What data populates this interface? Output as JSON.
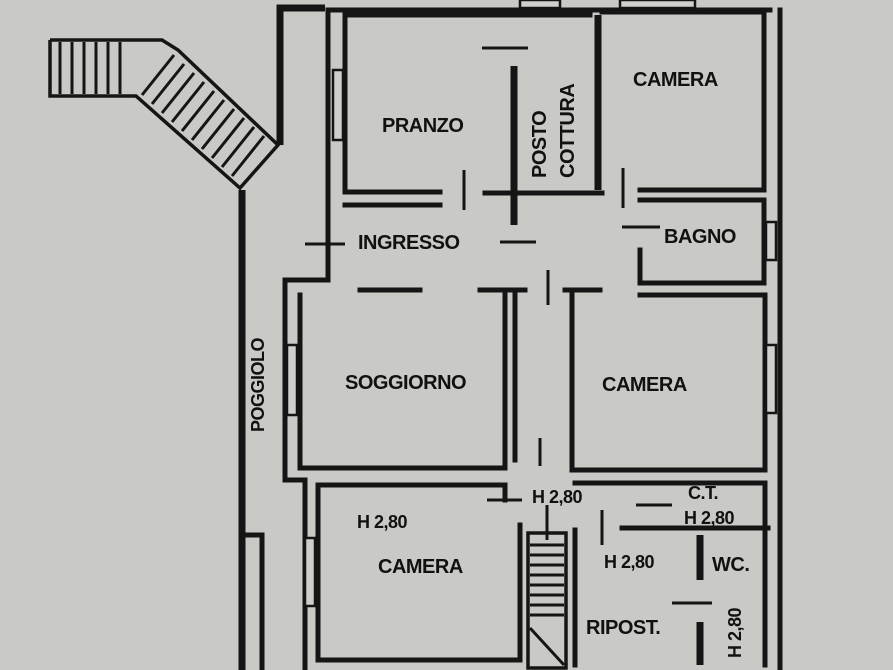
{
  "plan": {
    "background_color": "#c9c9c5",
    "line_color": "#151515",
    "rooms": [
      {
        "id": "pranzo",
        "label": "PRANZO"
      },
      {
        "id": "posto-cottura",
        "label": "POSTO",
        "label2": "COTTURA"
      },
      {
        "id": "camera-1",
        "label": "CAMERA"
      },
      {
        "id": "bagno",
        "label": "BAGNO"
      },
      {
        "id": "ingresso",
        "label": "INGRESSO"
      },
      {
        "id": "soggiorno",
        "label": "SOGGIORNO"
      },
      {
        "id": "camera-2",
        "label": "CAMERA"
      },
      {
        "id": "camera-3",
        "label": "CAMERA"
      },
      {
        "id": "ct",
        "label": "C.T."
      },
      {
        "id": "wc",
        "label": "WC."
      },
      {
        "id": "ripost",
        "label": "RIPOST."
      },
      {
        "id": "poggiolo",
        "label": "POGGIOLO"
      }
    ],
    "heights": {
      "camera_3": "H 2,80",
      "hall": "H 2,80",
      "ct": "H 2,80",
      "ripost": "H 2,80",
      "wc": "H 2,80"
    }
  }
}
